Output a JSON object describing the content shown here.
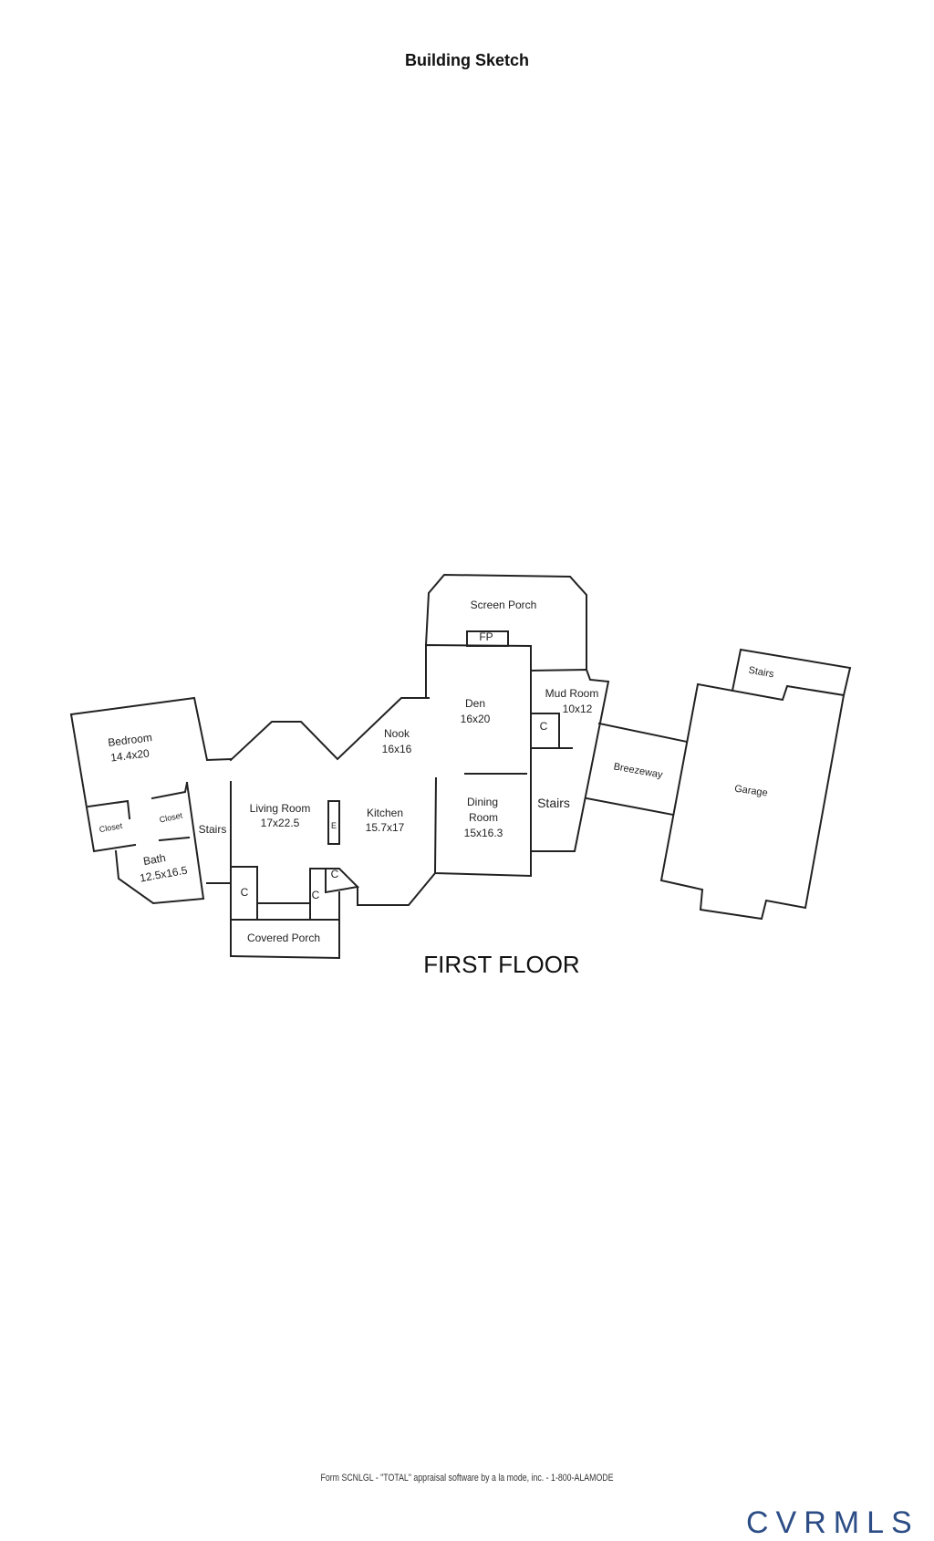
{
  "title": "Building Sketch",
  "floor_label": "FIRST FLOOR",
  "rooms": {
    "bedroom": [
      "Bedroom",
      "14.4x20"
    ],
    "closet_1": "Closet",
    "closet_2": "Closet",
    "bath": [
      "Bath",
      "12.5x16.5"
    ],
    "stairs_left": "Stairs",
    "living_room": [
      "Living Room",
      "17x22.5"
    ],
    "e": "E",
    "kitchen": [
      "Kitchen",
      "15.7x17"
    ],
    "nook": [
      "Nook",
      "16x16"
    ],
    "den": [
      "Den",
      "16x20"
    ],
    "dining_room": [
      "Dining",
      "Room",
      "15x16.3"
    ],
    "screen_porch": "Screen Porch",
    "fp": "FP",
    "mud_room": [
      "Mud Room",
      "10x12"
    ],
    "closet_c": [
      "C",
      "C",
      "C",
      "C"
    ],
    "stairs_right": "Stairs",
    "breezeway": "Breezeway",
    "garage": "Garage",
    "stairs_garage": "Stairs",
    "covered_porch": "Covered Porch"
  },
  "footer": "Form SCNLGL - \"TOTAL\" appraisal software by a la mode, inc. - 1-800-ALAMODE",
  "logo": "CVRMLS"
}
